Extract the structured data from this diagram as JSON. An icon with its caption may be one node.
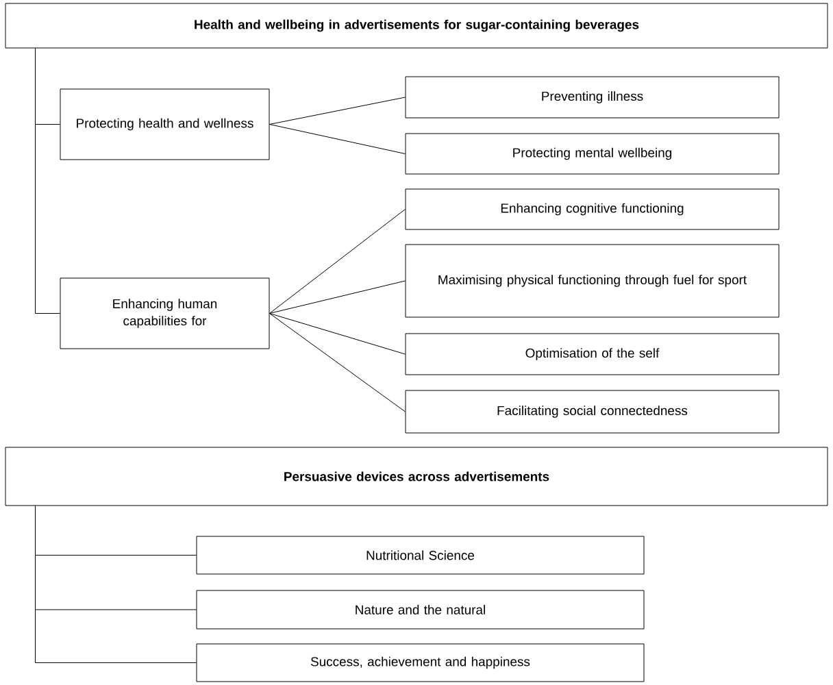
{
  "diagram": {
    "nodes": [
      {
        "text": [
          "Health and wellbeing in advertisements for sugar-containing beverages"
        ]
      },
      {
        "text": [
          "Protecting health and wellness"
        ]
      },
      {
        "text": [
          "Preventing illness"
        ]
      },
      {
        "text": [
          "Protecting mental wellbeing"
        ]
      },
      {
        "text": [
          "Enhancing human capabilities for"
        ]
      },
      {
        "text": [
          "Enhancing cognitive functioning"
        ]
      },
      {
        "text": [
          "Maximising physical functioning through fuel for sport"
        ]
      },
      {
        "text": [
          "Optimisation of the self"
        ]
      },
      {
        "text": [
          "Facilitating social connectedness"
        ]
      },
      {
        "text": [
          "Persuasive devices across advertisements"
        ]
      },
      {
        "text": [
          "Nutritional Science"
        ]
      },
      {
        "text": [
          "Nature and the natural"
        ]
      },
      {
        "text": [
          "Success, achievement and happiness"
        ]
      }
    ],
    "edges": [
      {
        "from": 0,
        "to": 1,
        "arrow": "none"
      },
      {
        "from": 0,
        "to": 4,
        "arrow": "none"
      },
      {
        "from": 1,
        "to": 2,
        "arrow": "none"
      },
      {
        "from": 1,
        "to": 3,
        "arrow": "none"
      },
      {
        "from": 4,
        "to": 5,
        "arrow": "none"
      },
      {
        "from": 4,
        "to": 6,
        "arrow": "none"
      },
      {
        "from": 4,
        "to": 7,
        "arrow": "none"
      },
      {
        "from": 4,
        "to": 8,
        "arrow": "none"
      },
      {
        "from": 9,
        "to": 10,
        "arrow": "none"
      },
      {
        "from": 9,
        "to": 11,
        "arrow": "none"
      },
      {
        "from": 9,
        "to": 12,
        "arrow": "none"
      }
    ]
  }
}
